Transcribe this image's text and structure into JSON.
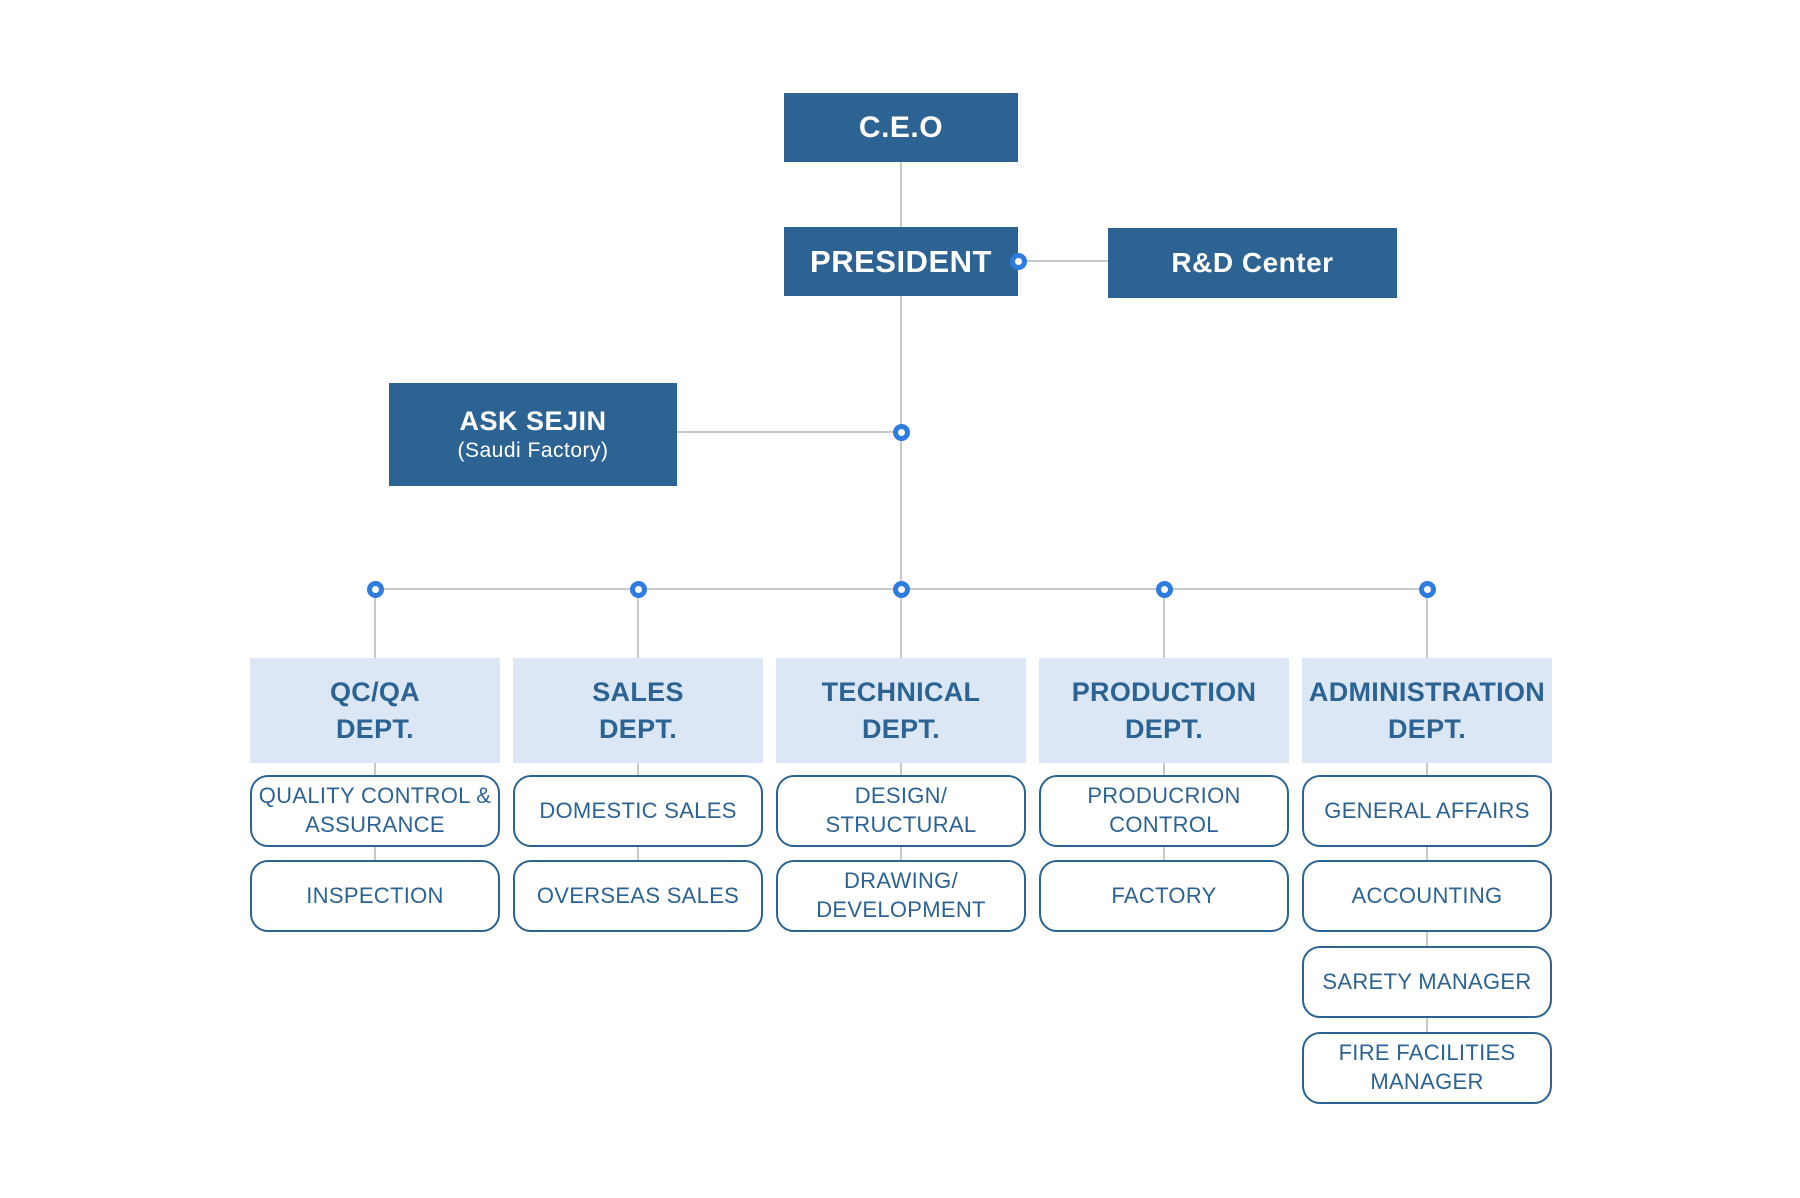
{
  "colors": {
    "node_dark_blue": "#2d6392",
    "dept_header_light_blue": "#dbe7f5",
    "text_and_border_blue": "#2d6392",
    "junction_dot_blue": "#2e7ce0",
    "connector_line_gray": "#c9c9c9"
  },
  "top": {
    "ceo": "C.E.O",
    "president": "PRESIDENT",
    "rnd_center": "R&D Center",
    "sejin_line1": "ASK SEJIN",
    "sejin_line2": "(Saudi Factory)"
  },
  "departments": [
    {
      "title": [
        "QC/QA",
        "DEPT."
      ],
      "items": [
        [
          "QUALITY CONTROL &",
          "ASSURANCE"
        ],
        [
          "INSPECTION"
        ]
      ]
    },
    {
      "title": [
        "SALES",
        "DEPT."
      ],
      "items": [
        [
          "DOMESTIC SALES"
        ],
        [
          "OVERSEAS SALES"
        ]
      ]
    },
    {
      "title": [
        "TECHNICAL",
        "DEPT."
      ],
      "items": [
        [
          "DESIGN/",
          "STRUCTURAL"
        ],
        [
          "DRAWING/",
          "DEVELOPMENT"
        ]
      ]
    },
    {
      "title": [
        "PRODUCTION",
        "DEPT."
      ],
      "items": [
        [
          "PRODUCRION",
          "CONTROL"
        ],
        [
          "FACTORY"
        ]
      ]
    },
    {
      "title": [
        "ADMINISTRATION",
        "DEPT."
      ],
      "items": [
        [
          "GENERAL AFFAIRS"
        ],
        [
          "ACCOUNTING"
        ],
        [
          "SARETY MANAGER"
        ],
        [
          "FIRE FACILITIES",
          "MANAGER"
        ]
      ]
    }
  ]
}
